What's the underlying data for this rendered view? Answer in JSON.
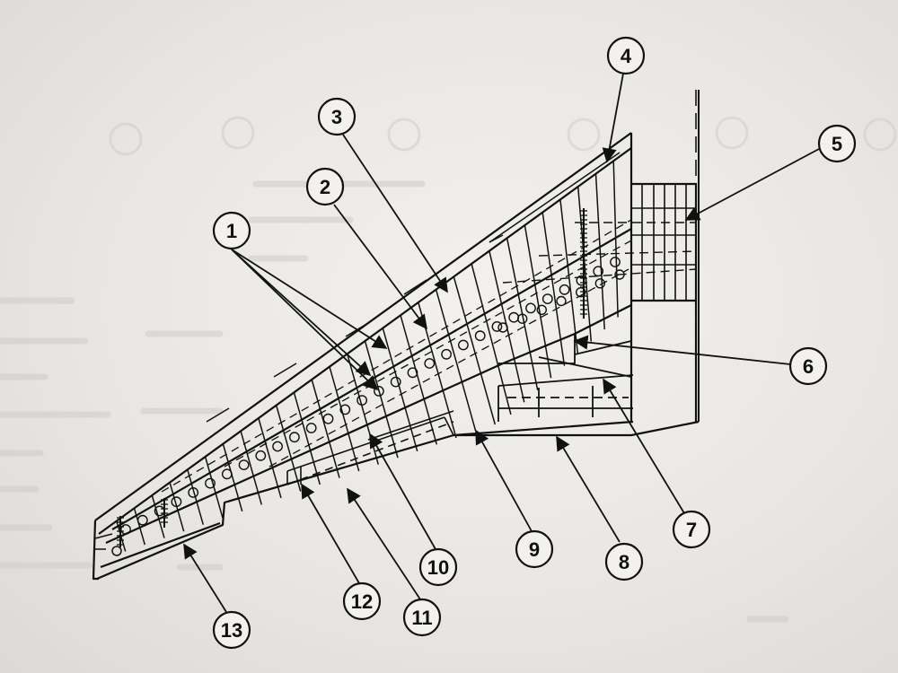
{
  "figure": {
    "callouts": [
      {
        "label": "1"
      },
      {
        "label": "2"
      },
      {
        "label": "3"
      },
      {
        "label": "4"
      },
      {
        "label": "5"
      },
      {
        "label": "6"
      },
      {
        "label": "7"
      },
      {
        "label": "8"
      },
      {
        "label": "9"
      },
      {
        "label": "10"
      },
      {
        "label": "11"
      },
      {
        "label": "12"
      },
      {
        "label": "13"
      }
    ],
    "colors": {
      "ink": "#111111",
      "paper": "#ece9e5",
      "bleed_through": "#c9c7c3"
    }
  }
}
